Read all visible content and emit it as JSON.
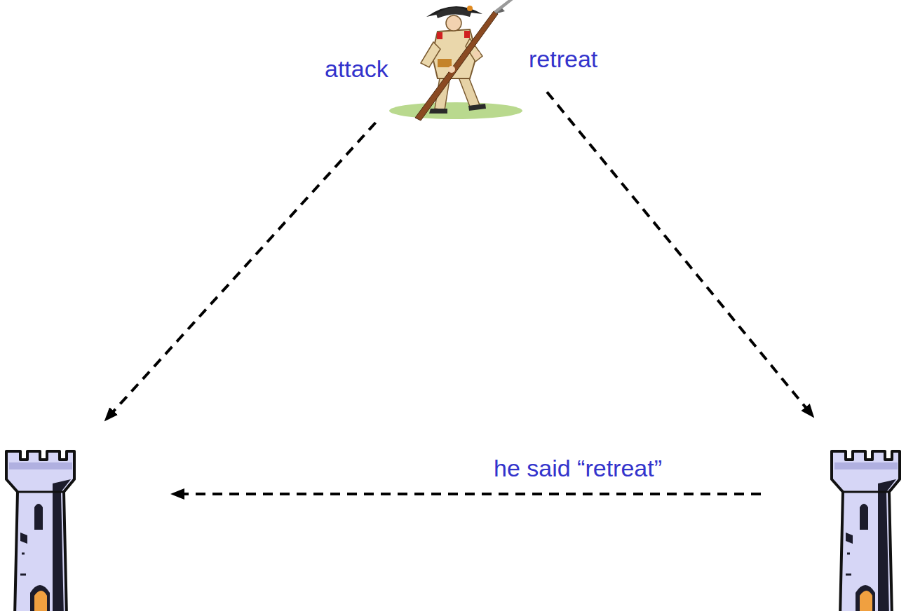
{
  "diagram": {
    "nodes": [
      {
        "text": []
      },
      {
        "text": []
      },
      {
        "text": []
      }
    ],
    "edges": [
      {
        "from": 0,
        "to": 1,
        "arrow": "to",
        "label": "attack"
      },
      {
        "from": 0,
        "to": 2,
        "arrow": "to",
        "label": "retreat"
      },
      {
        "from": 2,
        "to": 1,
        "arrow": "to",
        "label": "he said “retreat”"
      }
    ]
  }
}
